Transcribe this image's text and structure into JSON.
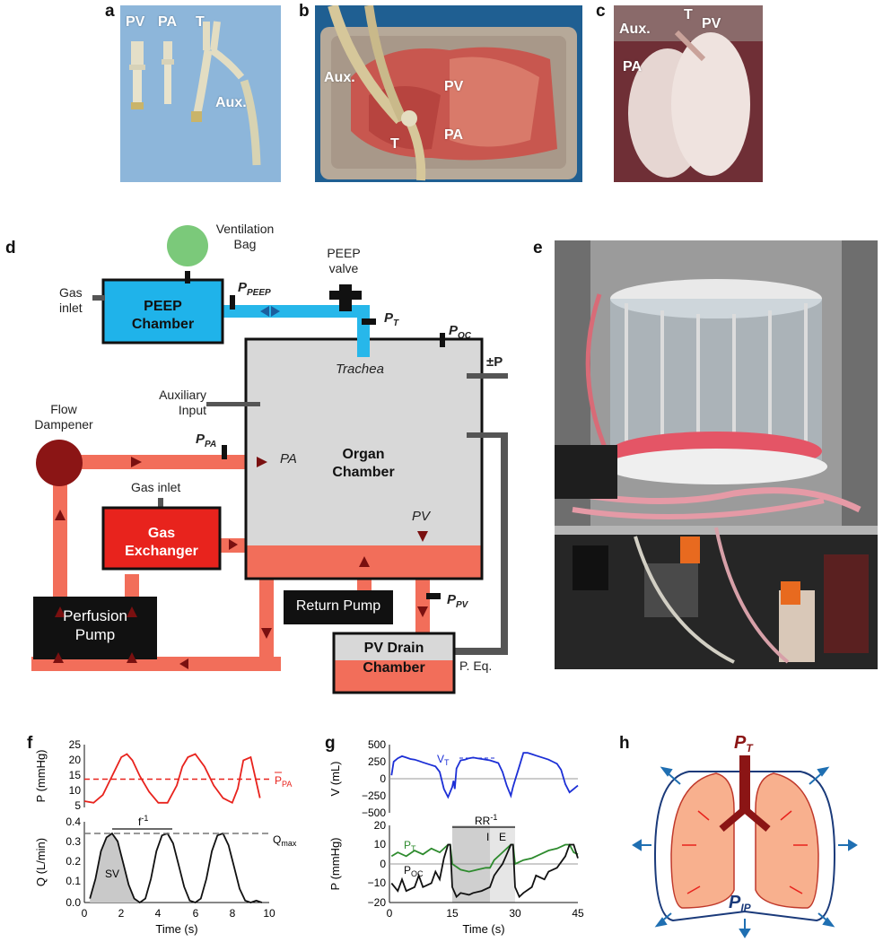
{
  "panels": {
    "a": "a",
    "b": "b",
    "c": "c",
    "d": "d",
    "e": "e",
    "f": "f",
    "g": "g",
    "h": "h"
  },
  "photo_a": {
    "labels": [
      "PV",
      "PA",
      "T",
      "Aux."
    ]
  },
  "photo_b": {
    "labels": [
      "Aux.",
      "PV",
      "T",
      "PA"
    ]
  },
  "photo_c": {
    "labels": [
      "Aux.",
      "T",
      "PV",
      "PA"
    ]
  },
  "diagram": {
    "ventilation_bag": [
      "Ventilation",
      "Bag"
    ],
    "peep_valve": [
      "PEEP",
      "valve"
    ],
    "gas_inlet_left": [
      "Gas",
      "inlet"
    ],
    "peep_chamber": [
      "PEEP",
      "Chamber"
    ],
    "p_peep": {
      "main": "P",
      "sub": "PEEP"
    },
    "p_t": {
      "main": "P",
      "sub": "T"
    },
    "p_oc": {
      "main": "P",
      "sub": "OC"
    },
    "pm_p": "±P",
    "trachea": "Trachea",
    "auxiliary_input": [
      "Auxiliary",
      "Input"
    ],
    "flow_dampener": [
      "Flow",
      "Dampener"
    ],
    "p_pa": {
      "main": "P",
      "sub": "PA"
    },
    "pa": "PA",
    "organ_chamber": [
      "Organ",
      "Chamber"
    ],
    "gas_inlet_mid": "Gas inlet",
    "gas_exchanger": [
      "Gas",
      "Exchanger"
    ],
    "pv": "PV",
    "return_pump": "Return Pump",
    "p_pv": {
      "main": "P",
      "sub": "PV"
    },
    "perfusion_pump": [
      "Perfusion",
      "Pump"
    ],
    "pv_drain_chamber": [
      "PV Drain",
      "Chamber"
    ],
    "p_eq": "P. Eq."
  },
  "chart_f_top": {
    "type": "line",
    "ylabel": "P (mmHg)",
    "yticks": [
      "25",
      "20",
      "15",
      "10",
      "5"
    ],
    "ylim": [
      5,
      25
    ],
    "mean_label": {
      "main": "P",
      "sub": "PA"
    },
    "mean_value": 14,
    "series_color": "#e8231d",
    "x": [
      0.0,
      0.5,
      1.0,
      1.5,
      2.0,
      2.3,
      2.6,
      3.0,
      3.5,
      4.0,
      4.5,
      5.0,
      5.3,
      5.6,
      6.0,
      6.5,
      7.0,
      7.5,
      8.0,
      8.3,
      8.6,
      9.0,
      9.5
    ],
    "y": [
      7,
      6.5,
      9,
      15,
      21,
      22,
      20,
      15,
      10,
      6.5,
      6.5,
      12,
      18,
      21,
      22,
      18,
      12,
      8,
      6.5,
      11,
      20,
      21,
      8
    ]
  },
  "chart_f_bottom": {
    "type": "area",
    "xlabel": "Time (s)",
    "ylabel": "Q (L/min)",
    "yticks": [
      "0.4",
      "0.3",
      "0.2",
      "0.1",
      "0.0"
    ],
    "xticks": [
      "0",
      "2",
      "4",
      "6",
      "8",
      "10"
    ],
    "ylim": [
      0,
      0.4
    ],
    "xlim": [
      0,
      10
    ],
    "qmax_label": {
      "main": "Q",
      "sub": "max"
    },
    "qmax_value": 0.35,
    "freq_label": {
      "main": "f",
      "sup": "-1"
    },
    "sv_label": "SV",
    "x": [
      0.3,
      0.6,
      0.9,
      1.2,
      1.5,
      1.8,
      2.1,
      2.4,
      2.7,
      3.0,
      3.3,
      3.6,
      3.9,
      4.2,
      4.5,
      4.8,
      5.1,
      5.4,
      5.7,
      6.0,
      6.3,
      6.6,
      6.9,
      7.2,
      7.5,
      7.8,
      8.1,
      8.4,
      8.7,
      9.0,
      9.3,
      9.6
    ],
    "y": [
      0.02,
      0.12,
      0.26,
      0.33,
      0.35,
      0.31,
      0.2,
      0.09,
      0.02,
      0.0,
      0.02,
      0.12,
      0.26,
      0.34,
      0.35,
      0.3,
      0.19,
      0.08,
      0.01,
      0.0,
      0.02,
      0.12,
      0.26,
      0.34,
      0.35,
      0.29,
      0.18,
      0.07,
      0.01,
      0.0,
      0.01,
      0.0
    ]
  },
  "chart_g_top": {
    "type": "line",
    "ylabel": "V (mL)",
    "yticks": [
      "500",
      "250",
      "0",
      "−250",
      "−500"
    ],
    "ylim": [
      -500,
      500
    ],
    "vt_label": {
      "main": "V",
      "sub": "T"
    },
    "series_color": "#1c2fd6",
    "x": [
      0.5,
      1,
      2,
      3,
      4,
      5,
      6,
      7,
      8,
      9,
      10,
      11,
      12,
      13,
      14,
      15,
      15.3,
      15.6,
      16,
      17,
      18,
      19,
      20,
      21,
      22,
      23,
      24,
      25,
      26,
      27,
      28,
      29,
      29.5,
      30,
      31,
      32,
      33,
      34,
      35,
      36,
      37,
      38,
      39,
      40,
      41,
      42,
      43,
      44,
      45
    ],
    "y": [
      50,
      250,
      300,
      330,
      310,
      290,
      280,
      260,
      240,
      220,
      200,
      180,
      100,
      -150,
      -270,
      -120,
      -30,
      -150,
      150,
      270,
      280,
      300,
      310,
      300,
      290,
      280,
      270,
      250,
      230,
      100,
      -100,
      -250,
      -120,
      -20,
      180,
      380,
      380,
      360,
      340,
      320,
      300,
      280,
      250,
      220,
      130,
      -80,
      -200,
      -150,
      -100
    ]
  },
  "chart_g_bottom": {
    "type": "line",
    "xlabel": "Time (s)",
    "ylabel": "P (mmHg)",
    "yticks": [
      "20",
      "10",
      "0",
      "−10",
      "−20"
    ],
    "xticks": [
      "0",
      "15",
      "30",
      "45"
    ],
    "ylim": [
      -20,
      20
    ],
    "xlim": [
      0,
      45
    ],
    "rr_label": {
      "main": "RR",
      "sup": "-1"
    },
    "i_label": "I",
    "e_label": "E",
    "shade_i": [
      15,
      24
    ],
    "shade_e": [
      24,
      30
    ],
    "series": [
      {
        "name_parts": {
          "main": "P",
          "sub": "T"
        },
        "color": "#2e8b2e",
        "x": [
          0.5,
          2,
          4,
          6,
          8,
          10,
          12,
          14,
          14.5,
          15,
          17,
          19,
          21,
          23,
          24,
          25,
          27,
          29,
          29.5,
          30,
          32,
          34,
          36,
          38,
          40,
          42,
          43,
          44,
          45
        ],
        "y": [
          4,
          6,
          4,
          7,
          5,
          8,
          6,
          10,
          10,
          0,
          -3,
          -4,
          -3,
          -2,
          -2,
          2,
          6,
          10,
          10,
          0,
          2,
          3,
          5,
          7,
          8,
          10,
          10,
          6,
          5
        ]
      },
      {
        "name_parts": {
          "main": "P",
          "sub": "OC"
        },
        "color": "#111111",
        "x": [
          0.5,
          2,
          3,
          4,
          6,
          7,
          8,
          10,
          11,
          12,
          13,
          14,
          14.5,
          15,
          16,
          17,
          19,
          20,
          22,
          24,
          25,
          26,
          27,
          28,
          29,
          29.5,
          30,
          31,
          32,
          34,
          35,
          37,
          38,
          40,
          42,
          43,
          44,
          45
        ],
        "y": [
          -10,
          -14,
          -8,
          -14,
          -12,
          -6,
          -12,
          -10,
          -4,
          -8,
          3,
          10,
          10,
          -12,
          -17,
          -15,
          -16,
          -15,
          -14,
          -12,
          -6,
          -3,
          0,
          5,
          10,
          10,
          -12,
          -17,
          -15,
          -12,
          -6,
          -8,
          -4,
          -2,
          4,
          10,
          10,
          3
        ]
      }
    ]
  },
  "panel_h": {
    "pt": {
      "main": "P",
      "sub": "T"
    },
    "pip": {
      "main": "P",
      "sub": "IP"
    }
  }
}
